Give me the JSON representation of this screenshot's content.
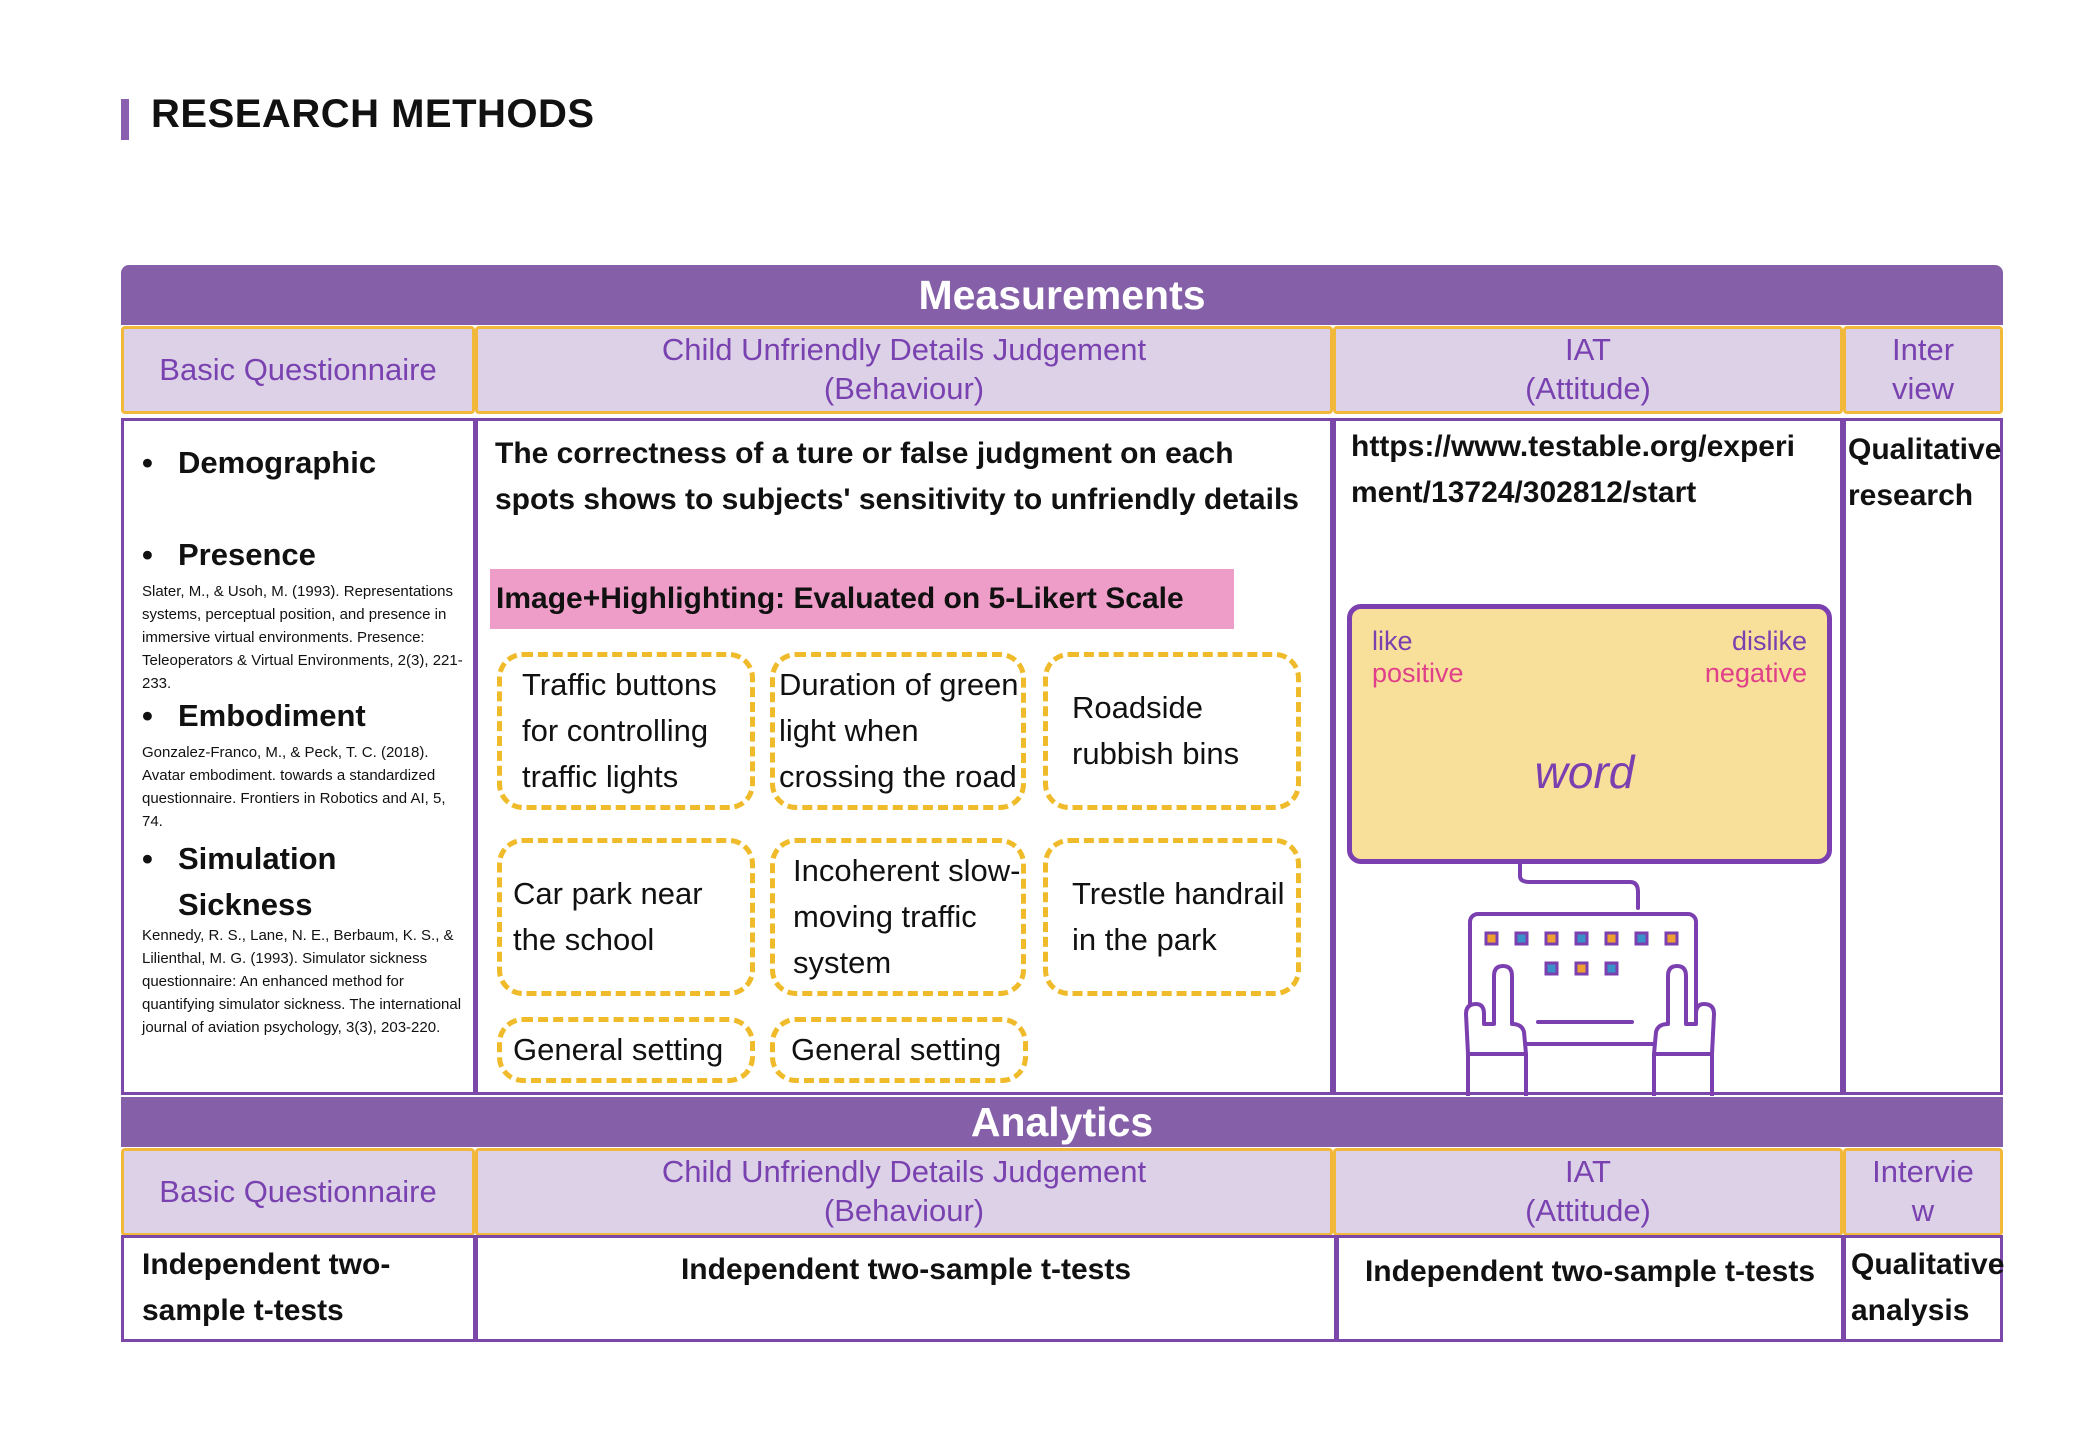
{
  "title": "RESEARCH METHODS",
  "measurements": {
    "banner": "Measurements",
    "headers": {
      "basic": "Basic Questionnaire",
      "child_line1": "Child Unfriendly Details Judgement",
      "child_line2": "(Behaviour)",
      "iat_line1": "IAT",
      "iat_line2": "(Attitude)",
      "interview_line1": "Inter",
      "interview_line2": "view"
    },
    "basic": {
      "bullet_symbol": "•",
      "demographic": "Demographic",
      "presence": "Presence",
      "presence_ref": "Slater, M., & Usoh, M. (1993). Representations systems, perceptual position, and presence in immersive virtual environments. Presence: Teleoperators & Virtual Environments, 2(3), 221-233.",
      "embodiment": "Embodiment",
      "embodiment_ref": "Gonzalez-Franco, M., & Peck, T. C. (2018). Avatar embodiment. towards a standardized questionnaire. Frontiers in Robotics and AI, 5, 74.",
      "sickness_line1": "Simulation",
      "sickness_line2": "Sickness",
      "sickness_ref": "Kennedy, R. S., Lane, N. E., Berbaum, K. S., & Lilienthal, M. G. (1993). Simulator sickness questionnaire: An enhanced method for quantifying simulator sickness. The international journal of aviation psychology, 3(3), 203-220."
    },
    "child": {
      "desc_line1": "The correctness of a ture or false judgment on each",
      "desc_line2": "spots shows to subjects' sensitivity to unfriendly details",
      "highlight": "Image+Highlighting: Evaluated on 5-Likert Scale",
      "items": [
        "Traffic buttons for controlling traffic lights",
        "Duration of green light when crossing the road",
        "Roadside rubbish bins",
        "Car park near the school",
        "Incoherent slow-moving traffic system",
        "Trestle handrail in the park",
        "General setting",
        "General setting"
      ]
    },
    "iat": {
      "url_line1": "https://www.testable.org/experi",
      "url_line2": "ment/13724/302812/start",
      "like": "like",
      "positive": "positive",
      "dislike": "dislike",
      "negative": "negative",
      "word": "word"
    },
    "interview": {
      "line1": "Qualitative",
      "line2": "research"
    }
  },
  "analytics": {
    "banner": "Analytics",
    "headers": {
      "basic": "Basic Questionnaire",
      "child_line1": "Child Unfriendly Details Judgement",
      "child_line2": "(Behaviour)",
      "iat_line1": "IAT",
      "iat_line2": "(Attitude)",
      "interview_line1": "Intervie",
      "interview_line2": "w"
    },
    "basic_line1": "Independent two-",
    "basic_line2": "sample t-tests",
    "child": "Independent two-sample t-tests",
    "iat": "Independent two-sample t-tests",
    "interview_line1": "Qualitative",
    "interview_line2": "analysis"
  },
  "colors": {
    "purple": "#8560a8",
    "header_fill": "#dcd1e6",
    "header_border": "#f2b83a",
    "highlight_pink": "#ee9cc8",
    "dash_yellow": "#f0bb2a",
    "iat_screen": "#f8e09a",
    "iat_purple": "#7b3fb0",
    "iat_pink": "#e0408a"
  },
  "icons": [
    "keyboard-icon",
    "left-hand-icon",
    "right-hand-icon",
    "monitor-icon"
  ]
}
